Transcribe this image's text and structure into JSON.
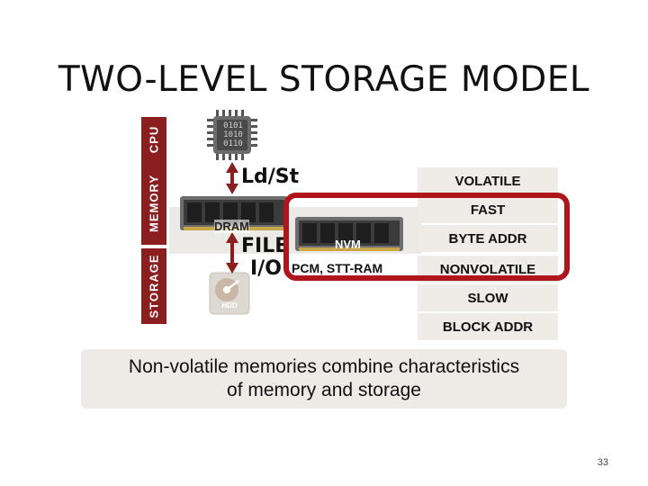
{
  "slide": {
    "title": "TWO-LEVEL STORAGE MODEL",
    "page_number": "33"
  },
  "bands": {
    "cpu": "CPU",
    "memory": "MEMORY",
    "storage": "STORAGE"
  },
  "chip_text": [
    "0101",
    "1010",
    "0110"
  ],
  "labels": {
    "ld_st": "Ld/St",
    "dram": "DRAM",
    "nvm": "NVM",
    "file": "FILE",
    "io": "I/O",
    "pcm_stt": "PCM, STT-RAM",
    "hdd": "HDD"
  },
  "properties": [
    "VOLATILE",
    "FAST",
    "BYTE ADDR",
    "NONVOLATILE",
    "SLOW",
    "BLOCK ADDR"
  ],
  "caption": {
    "line1": "Non-volatile memories combine characteristics",
    "line2": "of memory and storage"
  },
  "colors": {
    "accent_red": "#8b1e1e",
    "outline_red": "#b0151b",
    "box_bg": "#efebe7"
  }
}
